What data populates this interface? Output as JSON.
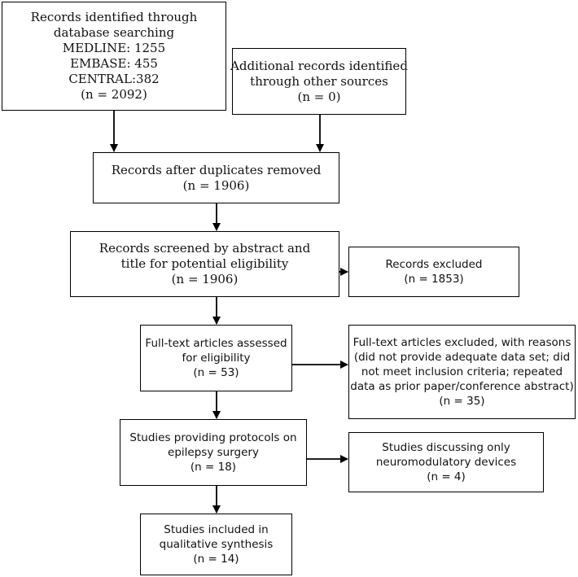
{
  "boxes": {
    "identification": [
      "Records identified through",
      "database searching",
      "MEDLINE: 1255",
      "EMBASE: 455",
      "CENTRAL:382",
      "(n = 2092)"
    ],
    "other_sources": [
      "Additional records identified",
      "through other sources",
      "(n = 0)"
    ],
    "duplicates_removed": [
      "Records after duplicates removed",
      "(n = 1906)"
    ],
    "screened": [
      "Records screened by abstract and",
      "title for potential eligibility",
      "(n = 1906)"
    ],
    "excluded": [
      "Records excluded",
      "(n = 1853)"
    ],
    "fulltext_assessed": [
      "Full-text articles assessed",
      "for eligibility",
      "(n = 53)"
    ],
    "fulltext_excluded": [
      "Full-text articles excluded, with reasons",
      "(did not provide adequate data set; did",
      "not meet inclusion criteria; repeated",
      "data as prior paper/conference abstract)",
      "(n = 35)"
    ],
    "protocols": [
      "Studies providing protocols on",
      "epilepsy surgery",
      "(n = 18)"
    ],
    "neuromodulatory": [
      "Studies discussing only",
      "neuromodulatory devices",
      "(n = 4)"
    ],
    "included": [
      "Studies included in",
      "qualitative synthesis",
      "(n = 14)"
    ]
  }
}
